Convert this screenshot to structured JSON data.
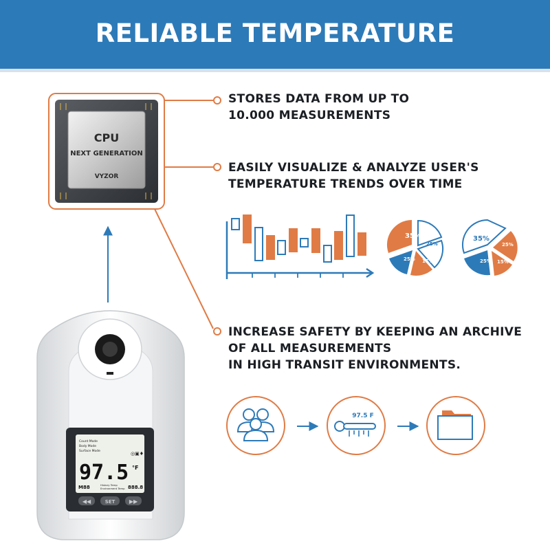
{
  "banner": {
    "title": "RELIABLE TEMPERATURE ASSESSMENT"
  },
  "cpu": {
    "line1": "CPU",
    "line2": "NEXT GENERATION",
    "brand": "VYZOR"
  },
  "features": [
    {
      "lines": [
        "STORES  DATA FROM UP TO",
        "10.000 MEASUREMENTS"
      ]
    },
    {
      "lines": [
        "EASILY VISUALIZE & ANALYZE USER'S",
        "TEMPERATURE TRENDS OVER TIME"
      ]
    },
    {
      "lines": [
        "INCREASE SAFETY BY KEEPING AN ARCHIVE",
        "OF ALL MEASUREMENTS",
        "IN HIGH TRANSIT ENVIRONMENTS."
      ]
    }
  ],
  "pie1": {
    "labels": [
      "35%",
      "25%",
      "25%",
      "15%"
    ]
  },
  "pie2": {
    "labels": [
      "35%",
      "25%",
      "25%",
      "15%"
    ]
  },
  "thermometer": {
    "reading": "97.5 F"
  },
  "device": {
    "modes": [
      "Count Mode",
      "Body Mode",
      "Surface Mode"
    ],
    "temperature": "97.5",
    "unit": "°F",
    "memory": "M88",
    "history": [
      "History Temp",
      "Environment Temp"
    ],
    "counter": "888.8",
    "set_label": "SET"
  },
  "colors": {
    "brand_blue": "#2d7ab8",
    "accent_orange": "#e07b45"
  }
}
